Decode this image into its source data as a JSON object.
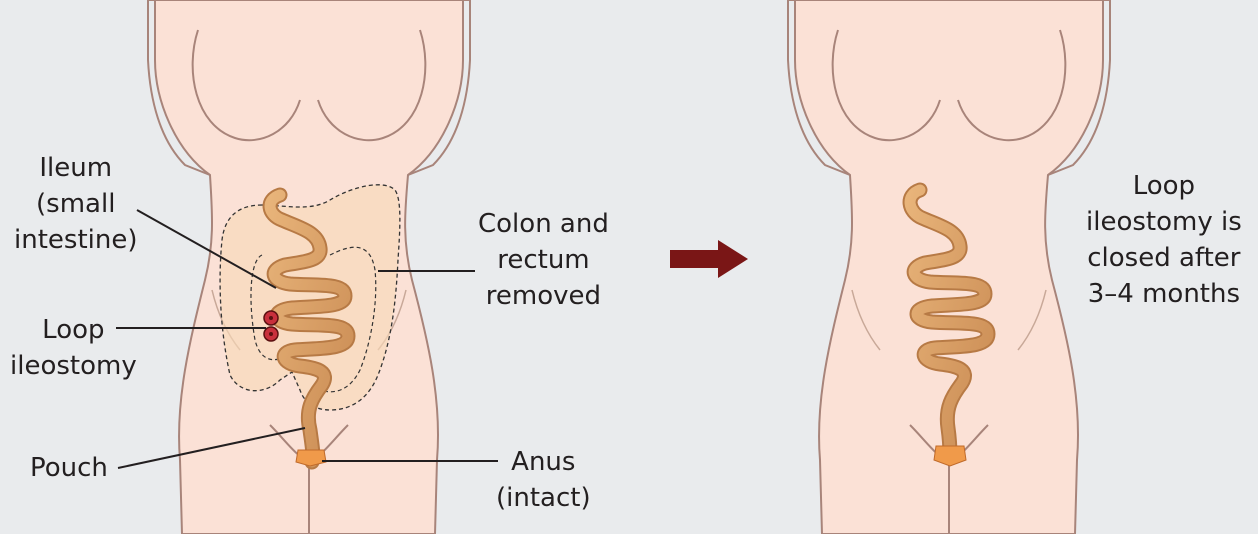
{
  "diagram": {
    "labels": {
      "ileum": [
        "Ileum",
        "(small",
        "intestine)"
      ],
      "loop_ileostomy": [
        "Loop",
        "ileostomy"
      ],
      "pouch": [
        "Pouch"
      ],
      "colon_removed": [
        "Colon and",
        "rectum",
        "removed"
      ],
      "anus": [
        "Anus",
        "(intact)"
      ],
      "closure_note": [
        "Loop",
        "ileostomy is",
        "closed after",
        "3–4 months"
      ]
    },
    "arrow_icon": "right-arrow-icon",
    "colors": {
      "background": "#e9ebed",
      "skin": "#fbe1d6",
      "outline": "#a8847a",
      "intestine": "#d9a36a",
      "intestine_dark": "#b77a45",
      "removed_colon": "#f7d8b8",
      "stoma": "#c8303c",
      "anus": "#f09a4a",
      "arrow": "#7a1616"
    }
  }
}
